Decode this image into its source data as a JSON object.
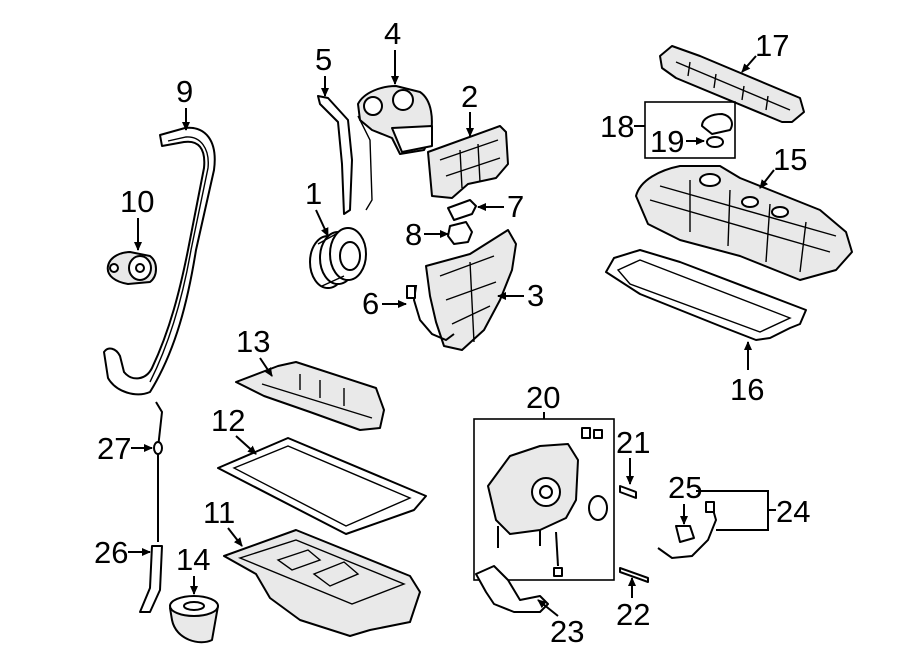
{
  "diagram": {
    "type": "exploded-parts-diagram",
    "callouts": [
      {
        "id": "1",
        "label": "1"
      },
      {
        "id": "2",
        "label": "2"
      },
      {
        "id": "3",
        "label": "3"
      },
      {
        "id": "4",
        "label": "4"
      },
      {
        "id": "5",
        "label": "5"
      },
      {
        "id": "6",
        "label": "6"
      },
      {
        "id": "7",
        "label": "7"
      },
      {
        "id": "8",
        "label": "8"
      },
      {
        "id": "9",
        "label": "9"
      },
      {
        "id": "10",
        "label": "10"
      },
      {
        "id": "11",
        "label": "11"
      },
      {
        "id": "12",
        "label": "12"
      },
      {
        "id": "13",
        "label": "13"
      },
      {
        "id": "14",
        "label": "14"
      },
      {
        "id": "15",
        "label": "15"
      },
      {
        "id": "16",
        "label": "16"
      },
      {
        "id": "17",
        "label": "17"
      },
      {
        "id": "18",
        "label": "18"
      },
      {
        "id": "19",
        "label": "19"
      },
      {
        "id": "20",
        "label": "20"
      },
      {
        "id": "21",
        "label": "21"
      },
      {
        "id": "22",
        "label": "22"
      },
      {
        "id": "23",
        "label": "23"
      },
      {
        "id": "24",
        "label": "24"
      },
      {
        "id": "25",
        "label": "25"
      },
      {
        "id": "26",
        "label": "26"
      },
      {
        "id": "27",
        "label": "27"
      }
    ]
  }
}
